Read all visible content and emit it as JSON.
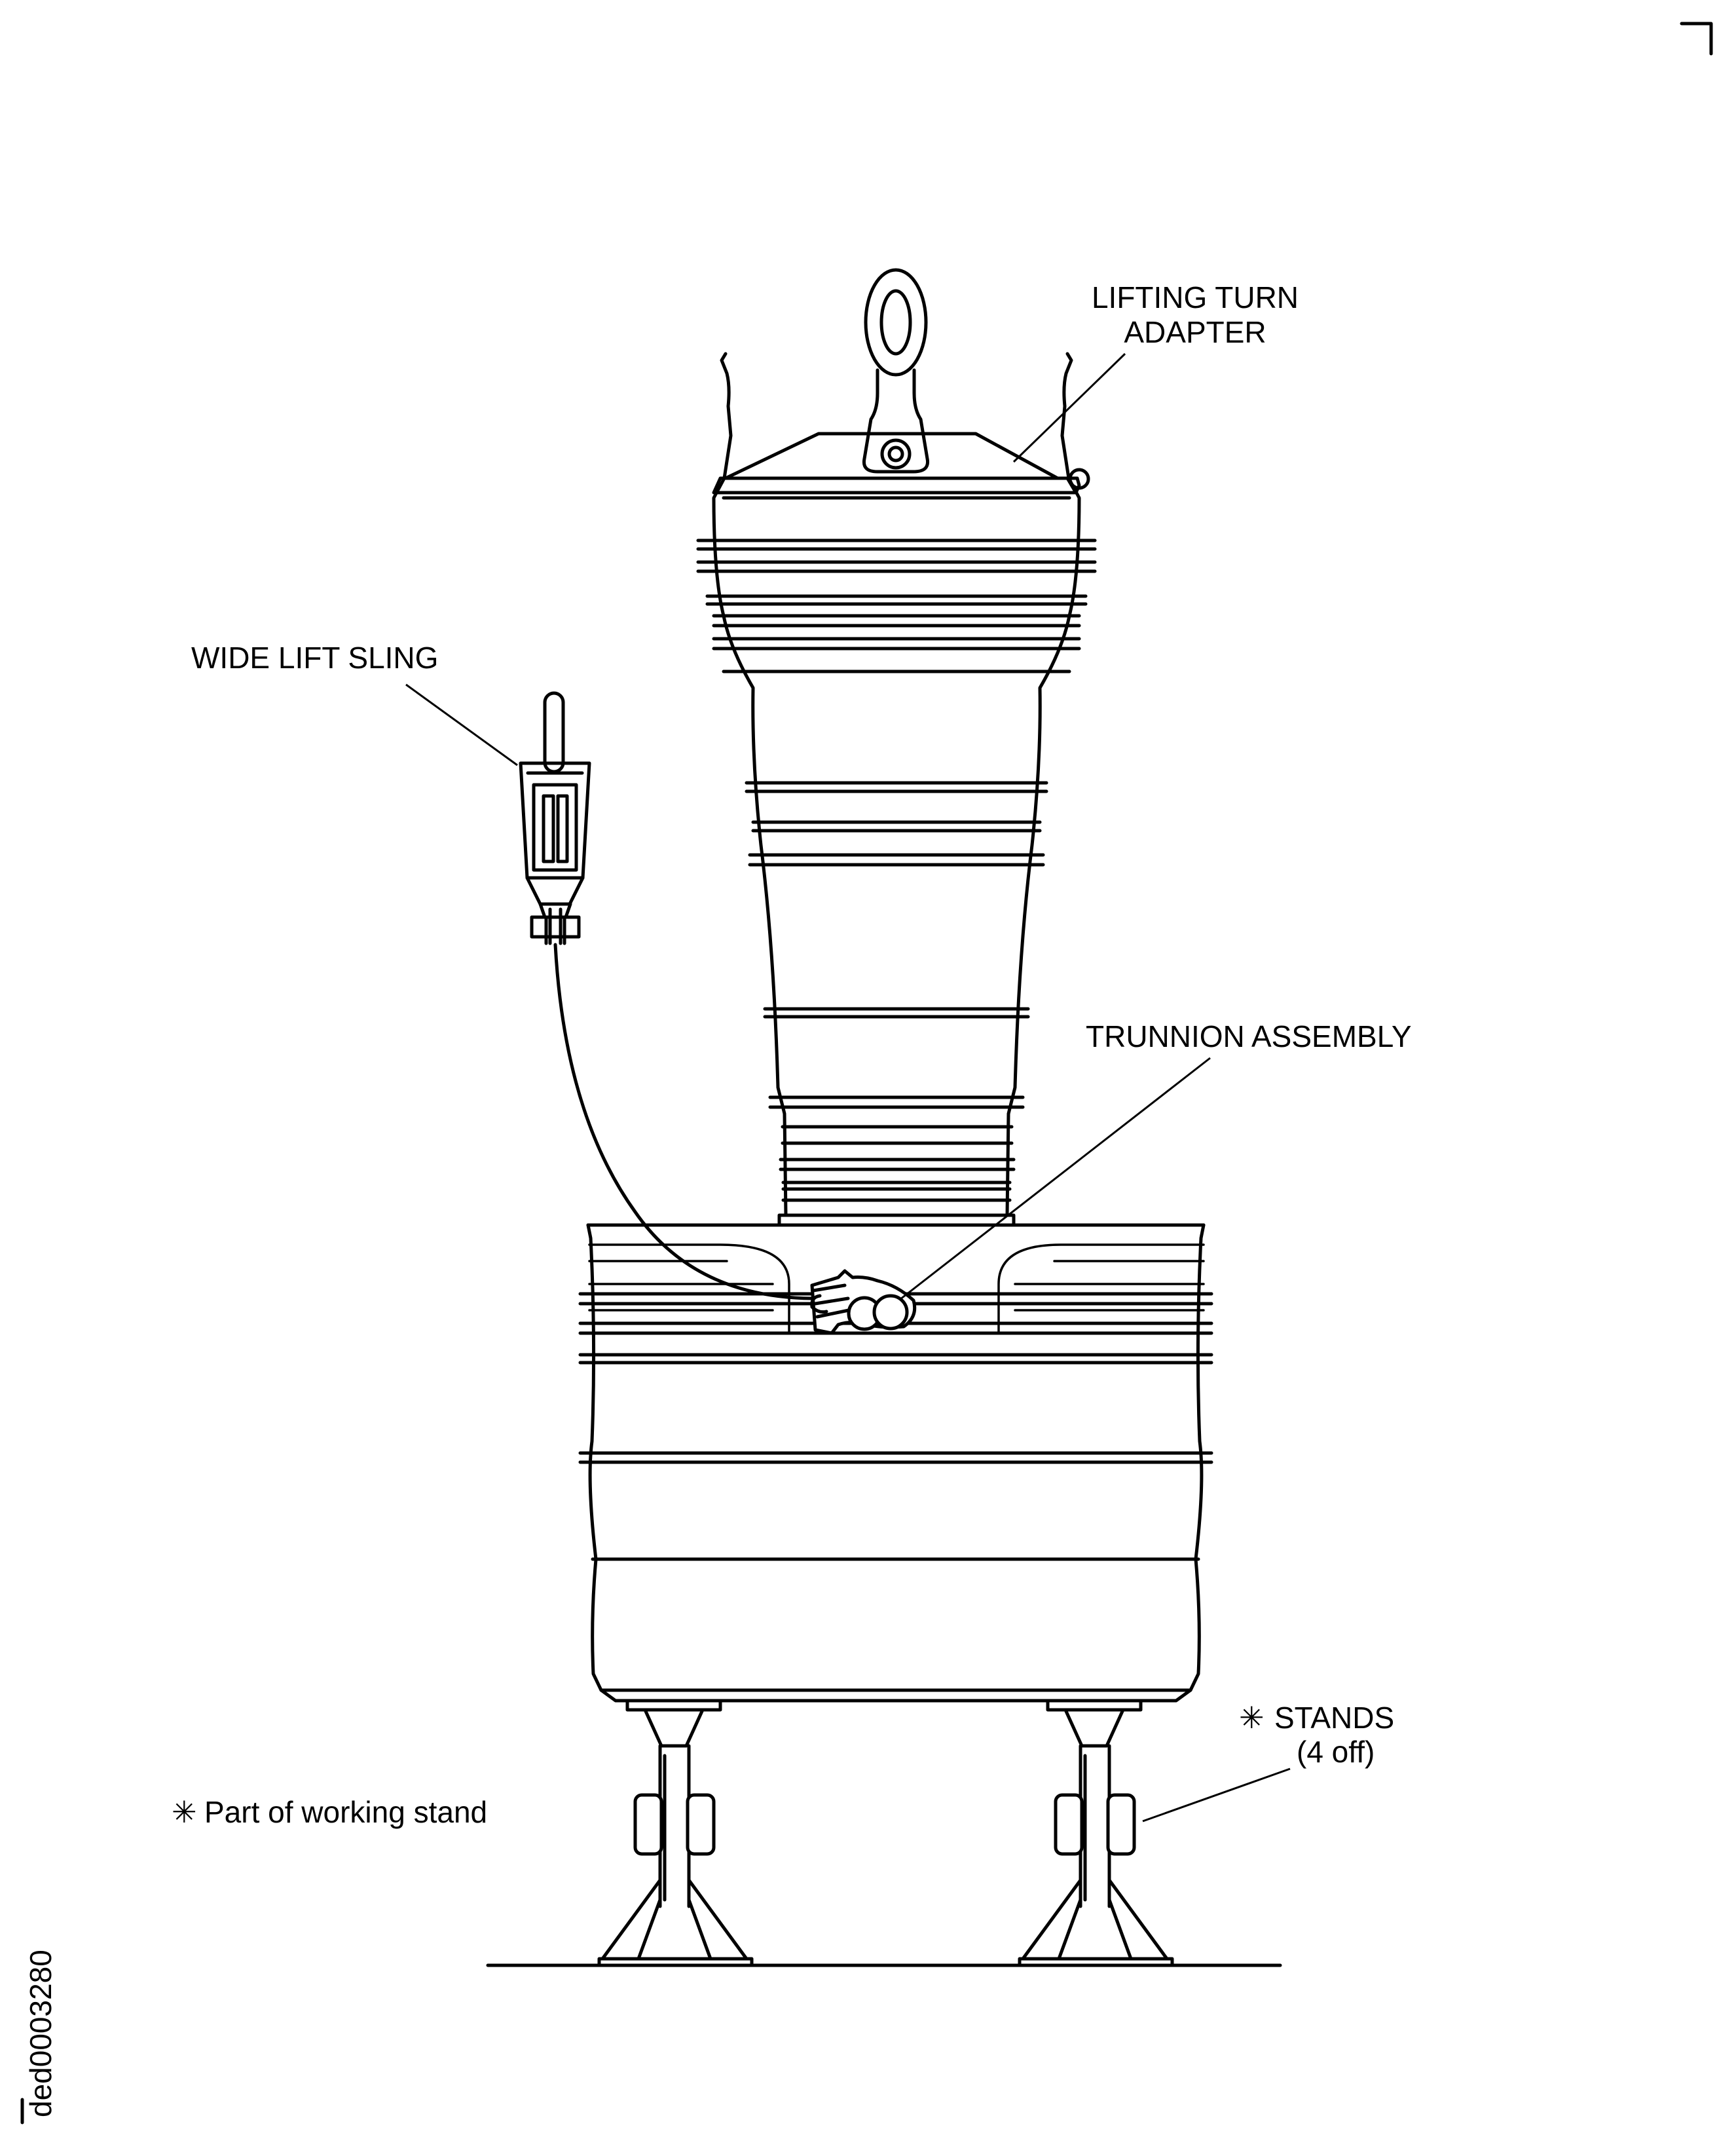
{
  "labels": {
    "lifting_turn_adapter_line1": "LIFTING TURN",
    "lifting_turn_adapter_line2": "ADAPTER",
    "wide_lift_sling": "WIDE LIFT SLING",
    "trunnion_assembly": "TRUNNION ASSEMBLY",
    "stands_line1": "STANDS",
    "stands_line2": "(4 off)",
    "footnote": "Part of working stand",
    "footnote_marker": "✳",
    "drawing_id": "ded0003280"
  }
}
